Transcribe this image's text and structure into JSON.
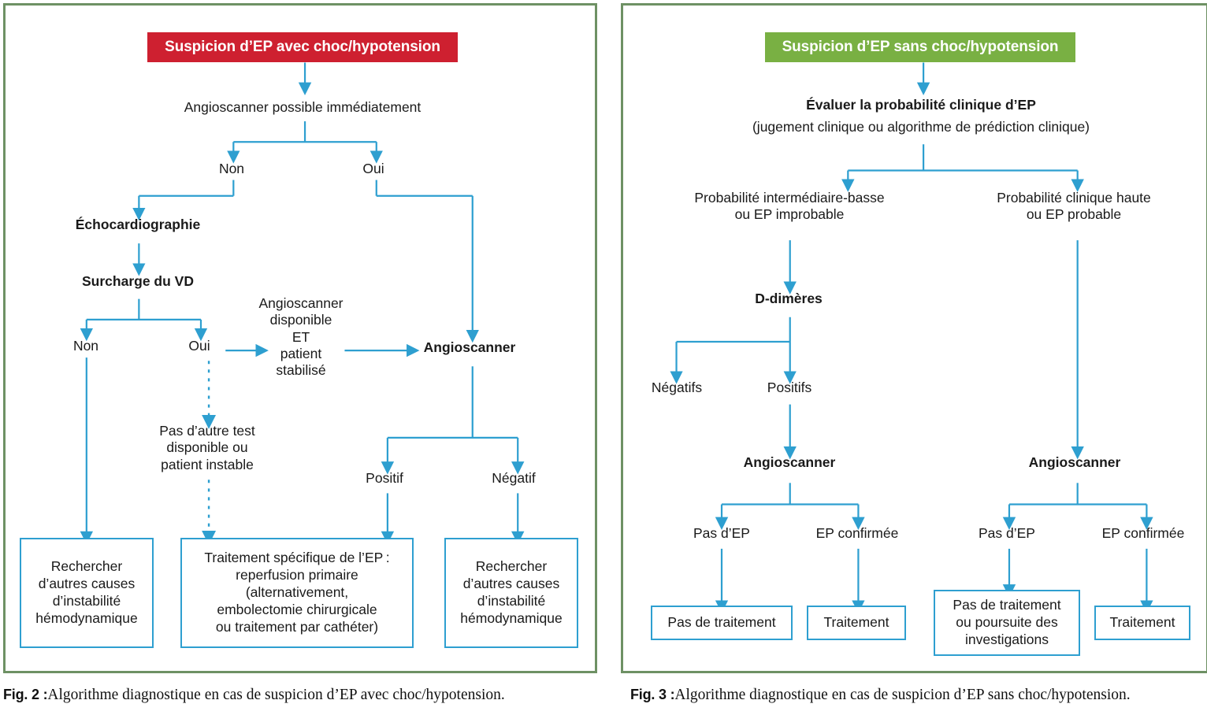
{
  "figures": [
    {
      "id": "fig2",
      "header": {
        "label": "Suspicion d’EP avec choc/hypotension",
        "color": "#CE2030"
      },
      "accent": "#2E9FD0",
      "border": "#6E9164",
      "caption": {
        "number": "Fig. 2 :",
        "text": "Algorithme diagnostique en cas de suspicion d’EP avec choc/hypotension."
      },
      "nodes": {
        "angioscanner_possible": "Angioscanner possible immédiatement",
        "non_top": "Non",
        "oui_top": "Oui",
        "echocardiographie": "Échocardiographie",
        "surcharge_vd": "Surcharge du VD",
        "non_vd": "Non",
        "oui_vd": "Oui",
        "angio_dispo": "Angioscanner\ndisponible\nET\npatient\nstabilisé",
        "angioscanner": "Angioscanner",
        "pas_autre_test": "Pas d’autre test\ndisponible ou\npatient instable",
        "positif": "Positif",
        "negatif": "Négatif"
      },
      "boxes": {
        "rechercher_gauche": "Rechercher\nd’autres causes\nd’instabilité\nhémodynamique",
        "traitement_specifique": "Traitement spécifique de l’EP :\nreperfusion primaire\n(alternativement,\nembolectomie chirurgicale\nou traitement par cathéter)",
        "rechercher_droite": "Rechercher\nd’autres causes\nd’instabilité\nhémodynamique"
      }
    },
    {
      "id": "fig3",
      "header": {
        "label": "Suspicion d’EP sans choc/hypotension",
        "color": "#79B043"
      },
      "accent": "#2E9FD0",
      "border": "#6E9164",
      "caption": {
        "number": "Fig. 3 :",
        "text": "Algorithme diagnostique en cas de suspicion d’EP sans choc/hypotension."
      },
      "nodes": {
        "evaluer_line1": "Évaluer la probabilité clinique d’EP",
        "evaluer_line2": "(jugement clinique ou algorithme de prédiction clinique)",
        "proba_basse": "Probabilité intermédiaire-basse\nou EP improbable",
        "proba_haute": "Probabilité clinique haute\nou EP probable",
        "d_dimeres": "D-dimères",
        "negatifs": "Négatifs",
        "positifs": "Positifs",
        "angioscanner_gauche": "Angioscanner",
        "angioscanner_droite": "Angioscanner",
        "pas_ep_gauche": "Pas d’EP",
        "ep_confirmee_gauche": "EP confirmée",
        "pas_ep_droite": "Pas d’EP",
        "ep_confirmee_droite": "EP confirmée"
      },
      "boxes": {
        "pas_de_traitement": "Pas de traitement",
        "traitement_gauche": "Traitement",
        "pas_traitement_poursuite": "Pas de traitement\nou poursuite des\ninvestigations",
        "traitement_droite": "Traitement"
      }
    }
  ]
}
